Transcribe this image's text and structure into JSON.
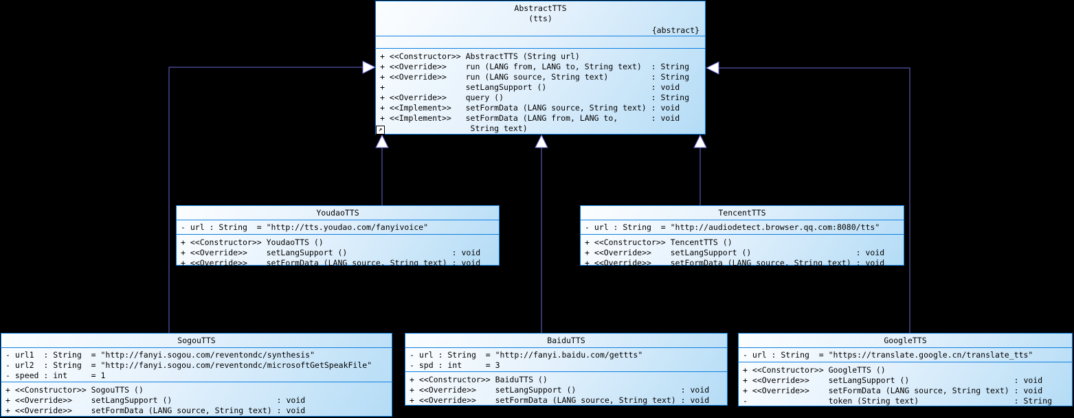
{
  "colors": {
    "background": "#000000",
    "box_border": "#0b7fe0",
    "box_fill_top": "#fcfeff",
    "box_fill_bottom": "#b4dcf6",
    "connector": "#6a6ad6",
    "text": "#000000"
  },
  "icons": {
    "resize_arrow": "↗"
  },
  "classes": [
    {
      "id": "abstract_tts",
      "name": "AbstractTTS",
      "package": "(tts)",
      "tag": "{abstract}",
      "attributes": [],
      "methods": [
        "+ <<Constructor>> AbstractTTS (String url)",
        "+ <<Override>>    run (LANG from, LANG to, String text)  : String",
        "+ <<Override>>    run (LANG source, String text)         : String",
        "+                 setLangSupport ()                      : void",
        "+ <<Override>>    query ()                               : String",
        "+ <<Implement>>   setFormData (LANG source, String text) : void",
        "+ <<Implement>>   setFormData (LANG from, LANG to,       : void",
        "                   String text)"
      ]
    },
    {
      "id": "youdao_tts",
      "name": "YoudaoTTS",
      "attributes": [
        "- url : String  = \"http://tts.youdao.com/fanyivoice\""
      ],
      "methods": [
        "+ <<Constructor>> YoudaoTTS ()",
        "+ <<Override>>    setLangSupport ()                      : void",
        "+ <<Override>>    setFormData (LANG source, String text) : void"
      ]
    },
    {
      "id": "tencent_tts",
      "name": "TencentTTS",
      "attributes": [
        "- url : String  = \"http://audiodetect.browser.qq.com:8080/tts\""
      ],
      "methods": [
        "+ <<Constructor>> TencentTTS ()",
        "+ <<Override>>    setLangSupport ()                      : void",
        "+ <<Override>>    setFormData (LANG source, String text) : void"
      ]
    },
    {
      "id": "sogou_tts",
      "name": "SogouTTS",
      "attributes": [
        "- url1  : String  = \"http://fanyi.sogou.com/reventondc/synthesis\"",
        "- url2  : String  = \"http://fanyi.sogou.com/reventondc/microsoftGetSpeakFile\"",
        "- speed : int     = 1"
      ],
      "methods": [
        "+ <<Constructor>> SogouTTS ()",
        "+ <<Override>>    setLangSupport ()                      : void",
        "+ <<Override>>    setFormData (LANG source, String text) : void"
      ]
    },
    {
      "id": "baidu_tts",
      "name": "BaiduTTS",
      "attributes": [
        "- url : String  = \"http://fanyi.baidu.com/gettts\"",
        "- spd : int     = 3"
      ],
      "methods": [
        "+ <<Constructor>> BaiduTTS ()",
        "+ <<Override>>    setLangSupport ()                      : void",
        "+ <<Override>>    setFormData (LANG source, String text) : void"
      ]
    },
    {
      "id": "google_tts",
      "name": "GoogleTTS",
      "attributes": [
        "- url : String  = \"https://translate.google.cn/translate_tts\""
      ],
      "methods": [
        "+ <<Constructor>> GoogleTTS ()",
        "+ <<Override>>    setLangSupport ()                      : void",
        "+ <<Override>>    setFormData (LANG source, String text) : void",
        "-                 token (String text)                    : String"
      ]
    }
  ]
}
